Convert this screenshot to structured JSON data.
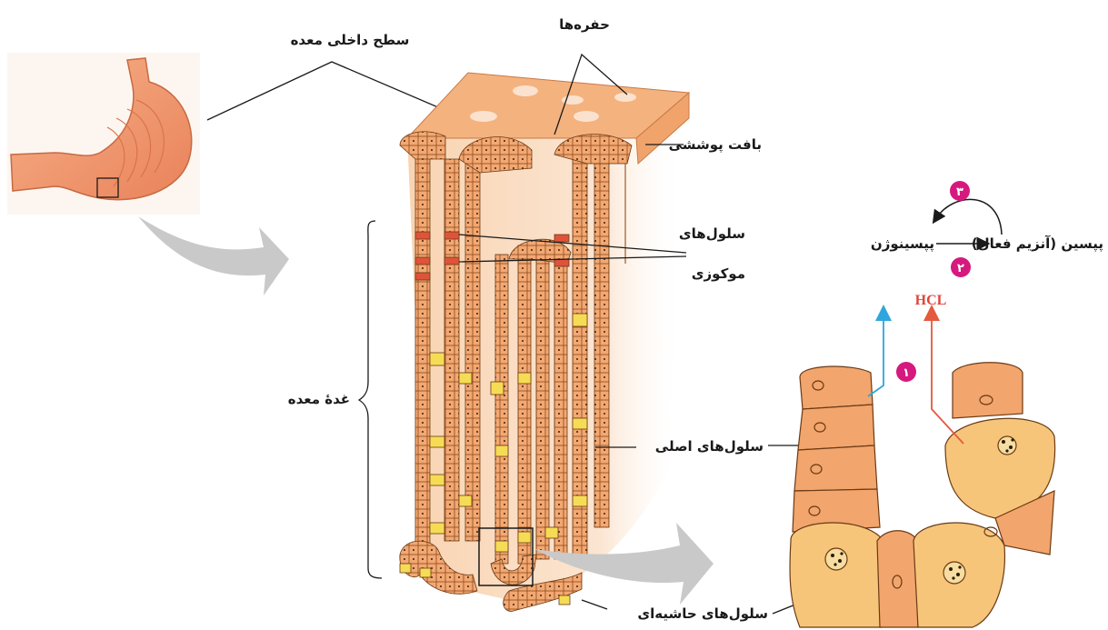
{
  "labels": {
    "inner_surface": "سطح داخلی معده",
    "pits": "حفره‌ها",
    "epithelium": "بافت پوششی",
    "mucous_cells_line1": "سلول‌های",
    "mucous_cells_line2": "موکوزی",
    "gastric_gland": "غدۀ معده",
    "chief_cells": "سلول‌های اصلی",
    "parietal_cells": "سلول‌های حاشیه‌ای"
  },
  "reaction": {
    "active_enzyme": "(آنزیم فعال) پپسین",
    "precursor": "پپسینوژن",
    "acid": "HCL",
    "badge_1": "۱",
    "badge_2": "۲",
    "badge_3": "۳"
  },
  "colors": {
    "tissue": "#f3a872",
    "tissue_dark": "#c86a2c",
    "mucous": "#e0533b",
    "parietal": "#f6dc55",
    "badge": "#d6197e",
    "blue_arrow": "#2ea6dd",
    "red_arrow": "#e45a3f",
    "grey_arrow": "#c9c9c9"
  }
}
